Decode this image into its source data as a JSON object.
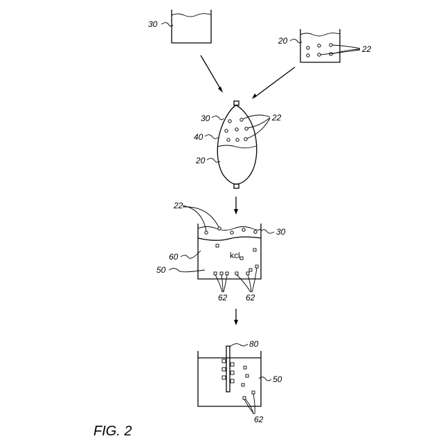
{
  "figure": {
    "caption": "FIG. 2",
    "ref_30_top": "30",
    "ref_20_top": "20",
    "ref_22_top": "22",
    "ref_30_sac": "30",
    "ref_22_sac": "22",
    "ref_40": "40",
    "ref_20_sac": "20",
    "ref_22_tank": "22",
    "ref_30_tank": "30",
    "ref_60": "60",
    "ref_50_tank": "50",
    "kcl_text": "kcl",
    "ref_62_left": "62",
    "ref_62_right": "62",
    "ref_80": "80",
    "ref_50_bottom": "50",
    "ref_62_bottom": "62"
  }
}
